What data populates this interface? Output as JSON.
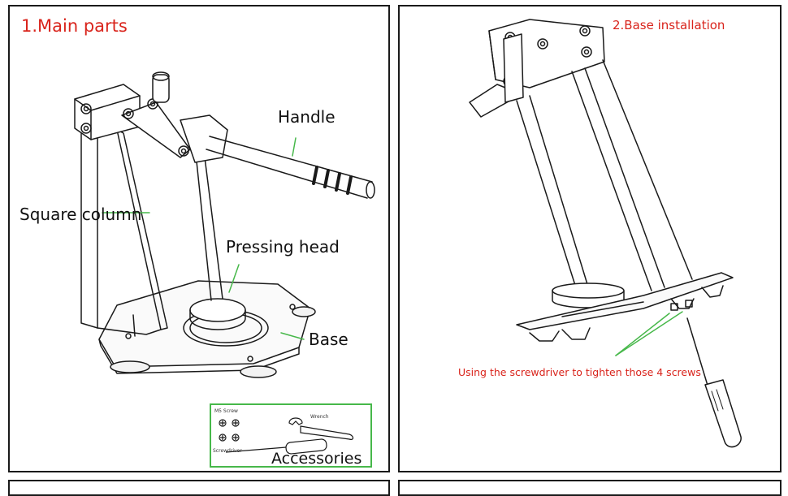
{
  "panels": {
    "main_parts": {
      "title": "1.Main parts",
      "labels": {
        "handle": "Handle",
        "square_column": "Square column",
        "pressing_head": "Pressing head",
        "base": "Base"
      },
      "accessories": {
        "title": "Accessories",
        "m5_screw": "M5 Screw",
        "wrench": "Wrench",
        "screwdriver": "Screwdriver"
      }
    },
    "base_installation": {
      "title": "2.Base installation",
      "note": "Using the screwdriver to tighten those 4 screws"
    }
  },
  "colors": {
    "title_red": "#d9241c",
    "leader_green": "#47b84a",
    "line_dark": "#1a1a1a"
  }
}
